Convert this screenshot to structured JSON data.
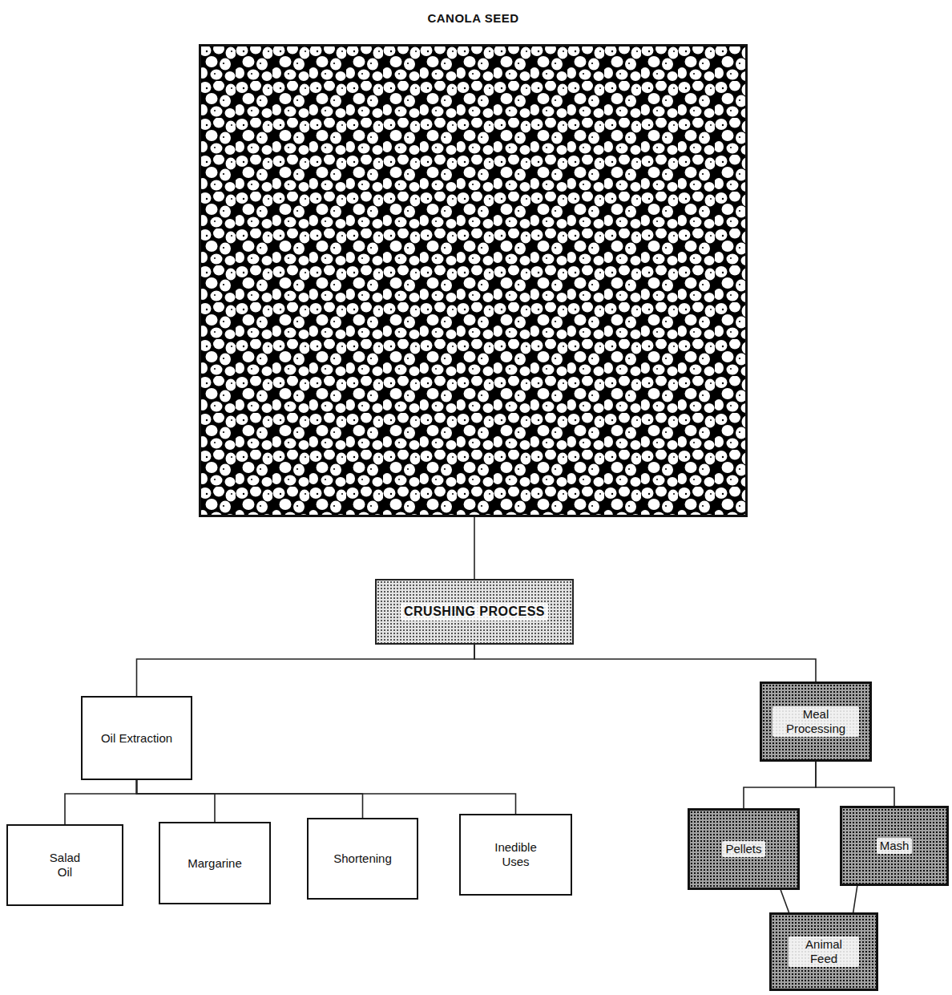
{
  "diagram": {
    "nodes": [
      {
        "text": [
          "CANOLA SEED"
        ]
      },
      {
        "text": [
          "CRUSHING PROCESS"
        ]
      },
      {
        "text": [
          "Oil Extraction"
        ]
      },
      {
        "text": [
          "Meal Processing"
        ]
      },
      {
        "text": [
          "Salad Oil"
        ]
      },
      {
        "text": [
          "Margarine"
        ]
      },
      {
        "text": [
          "Shortening"
        ]
      },
      {
        "text": [
          "Inedible Uses"
        ]
      },
      {
        "text": [
          "Pellets"
        ]
      },
      {
        "text": [
          "Mash"
        ]
      },
      {
        "text": [
          "Animal Feed"
        ]
      }
    ],
    "edges": [
      {
        "from": 0,
        "to": 1,
        "arrow": "none"
      },
      {
        "from": 1,
        "to": 2,
        "arrow": "none"
      },
      {
        "from": 1,
        "to": 3,
        "arrow": "none"
      },
      {
        "from": 2,
        "to": 4,
        "arrow": "none"
      },
      {
        "from": 2,
        "to": 5,
        "arrow": "none"
      },
      {
        "from": 2,
        "to": 6,
        "arrow": "none"
      },
      {
        "from": 2,
        "to": 7,
        "arrow": "none"
      },
      {
        "from": 3,
        "to": 8,
        "arrow": "none"
      },
      {
        "from": 3,
        "to": 9,
        "arrow": "none"
      },
      {
        "from": 8,
        "to": 10,
        "arrow": "none"
      },
      {
        "from": 9,
        "to": 10,
        "arrow": "none"
      }
    ]
  }
}
